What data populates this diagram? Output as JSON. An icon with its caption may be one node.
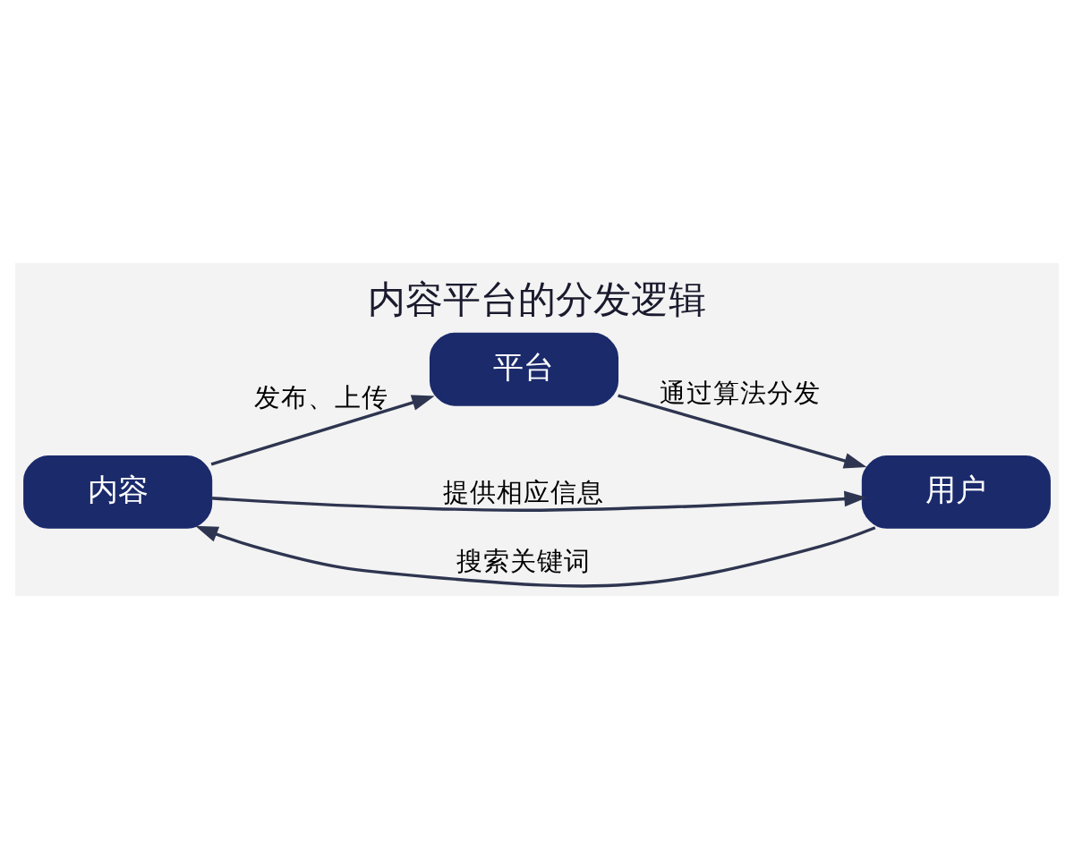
{
  "diagram": {
    "title": "内容平台的分发逻辑",
    "nodes": [
      {
        "text": [
          "平台"
        ]
      },
      {
        "text": [
          "内容"
        ]
      },
      {
        "text": [
          "用户"
        ]
      }
    ],
    "edges": [
      {
        "from": 1,
        "to": 0,
        "arrow": "to",
        "label": "发布、上传"
      },
      {
        "from": 0,
        "to": 2,
        "arrow": "to",
        "label": "通过算法分发"
      },
      {
        "from": 1,
        "to": 2,
        "arrow": "to",
        "label": "提供相应信息"
      },
      {
        "from": 2,
        "to": 1,
        "arrow": "to",
        "label": "搜索关键词"
      }
    ]
  }
}
